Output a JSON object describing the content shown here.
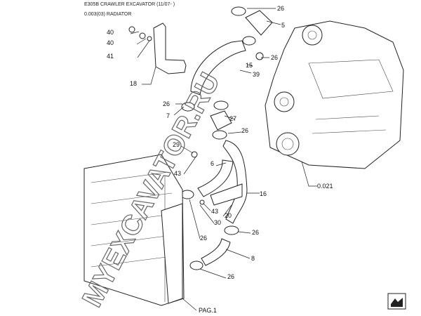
{
  "header": {
    "title": "E305B CRAWLER EXCAVATOR (11/07- )",
    "subtitle": "0.003(03) RADIATOR"
  },
  "watermark": "MYEXCAVATOR.RU",
  "callouts": [
    "26",
    "5",
    "40",
    "40",
    "41",
    "26",
    "15",
    "39",
    "18",
    "26",
    "7",
    "27",
    "26",
    "29",
    "6",
    "43",
    "16",
    "0.021",
    "43",
    "20",
    "30",
    "26",
    "26",
    "8",
    "26",
    "PAG.1"
  ],
  "nav_icon": "next-page-icon"
}
